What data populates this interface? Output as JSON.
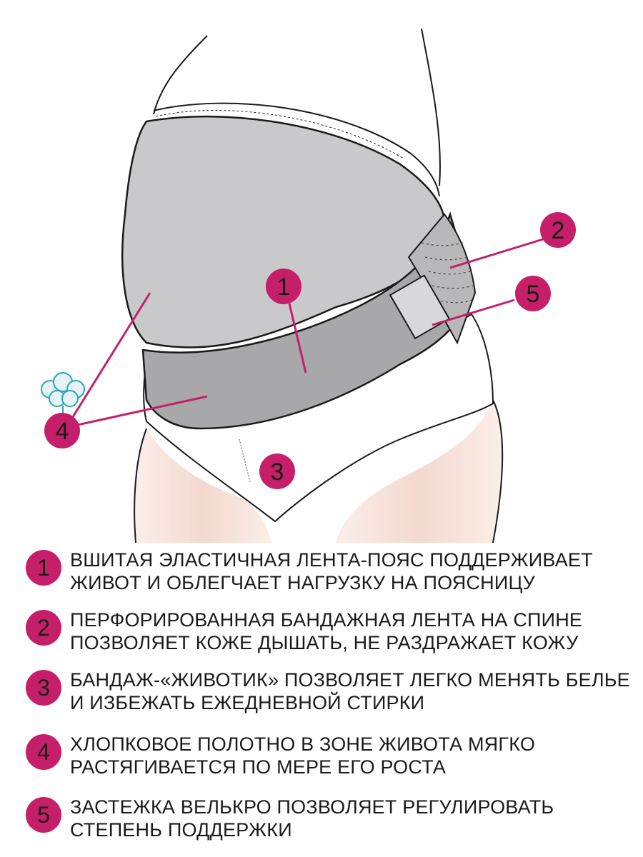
{
  "colors": {
    "accent": "#c51f6a",
    "band_gray": "#a8a8aa",
    "panel_gray": "#c9c9cb",
    "outline": "#1a1a1a",
    "skin": "#f6e3dc"
  },
  "callouts": [
    {
      "number": "1"
    },
    {
      "number": "2"
    },
    {
      "number": "3"
    },
    {
      "number": "4"
    },
    {
      "number": "5"
    }
  ],
  "legend": [
    {
      "number": "1",
      "text": "ВШИТАЯ ЭЛАСТИЧНАЯ ЛЕНТА-ПОЯС ПОДДЕРЖИВАЕТ ЖИВОТ И ОБЛЕГЧАЕТ НАГРУЗКУ НА ПОЯСНИЦУ"
    },
    {
      "number": "2",
      "text": "ПЕРФОРИРОВАННАЯ БАНДАЖНАЯ ЛЕНТА НА СПИНЕ ПОЗВОЛЯЕТ КОЖЕ ДЫШАТЬ, НЕ РАЗДРАЖАЕТ КОЖУ"
    },
    {
      "number": "3",
      "text": "БАНДАЖ-«ЖИВОТИК» ПОЗВОЛЯЕТ ЛЕГКО МЕНЯТЬ БЕЛЬЕ И ИЗБЕЖАТЬ ЕЖЕДНЕВНОЙ СТИРКИ"
    },
    {
      "number": "4",
      "text": "ХЛОПКОВОЕ ПОЛОТНО В ЗОНЕ ЖИВОТА МЯГКО РАСТЯГИВАЕТСЯ ПО МЕРЕ ЕГО РОСТА"
    },
    {
      "number": "5",
      "text": "ЗАСТЕЖКА ВЕЛЬКРО ПОЗВОЛЯЕТ РЕГУЛИРОВАТЬ СТЕПЕНЬ ПОДДЕРЖКИ"
    }
  ],
  "icons": {
    "fabric_icon": "cotton-flower-icon"
  }
}
